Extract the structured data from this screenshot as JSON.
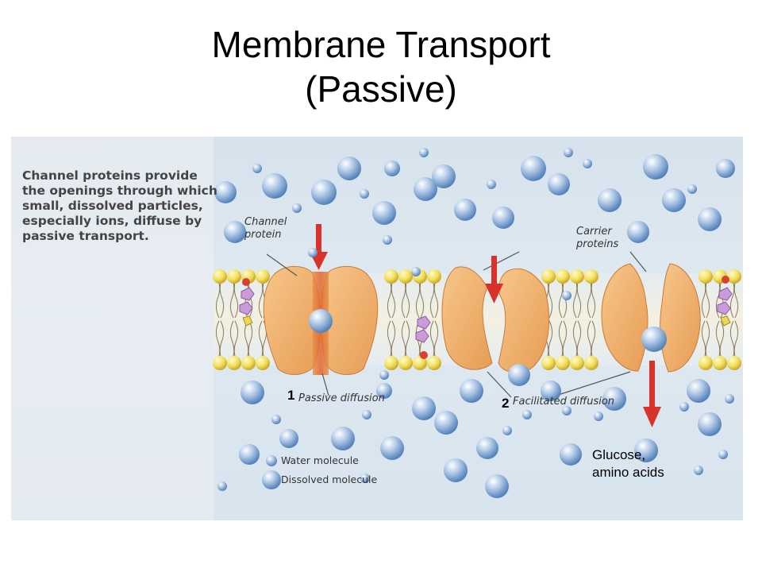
{
  "title": {
    "line1": "Membrane Transport",
    "line2": "(Passive)"
  },
  "caption": [
    "Channel proteins provide",
    "the openings through which",
    "small, dissolved particles,",
    "especially ions, diffuse by",
    "passive transport."
  ],
  "labels": {
    "channel_protein": [
      "Channel",
      "protein"
    ],
    "carrier_proteins": [
      "Carrier",
      "proteins"
    ],
    "passive_diffusion": "Passive diffusion",
    "facilitated_diffusion": "Facilitated diffusion"
  },
  "numbers": {
    "one": "1",
    "two": "2"
  },
  "note": [
    "Glucose,",
    "amino acids"
  ],
  "legend": {
    "water": "Water molecule",
    "dissolved": "Dissolved molecule"
  },
  "colors": {
    "arrow": "#d8322a",
    "protein": "#f2b270",
    "lipid_head": "#f2df5a",
    "molecule": "#8fb3dd"
  }
}
